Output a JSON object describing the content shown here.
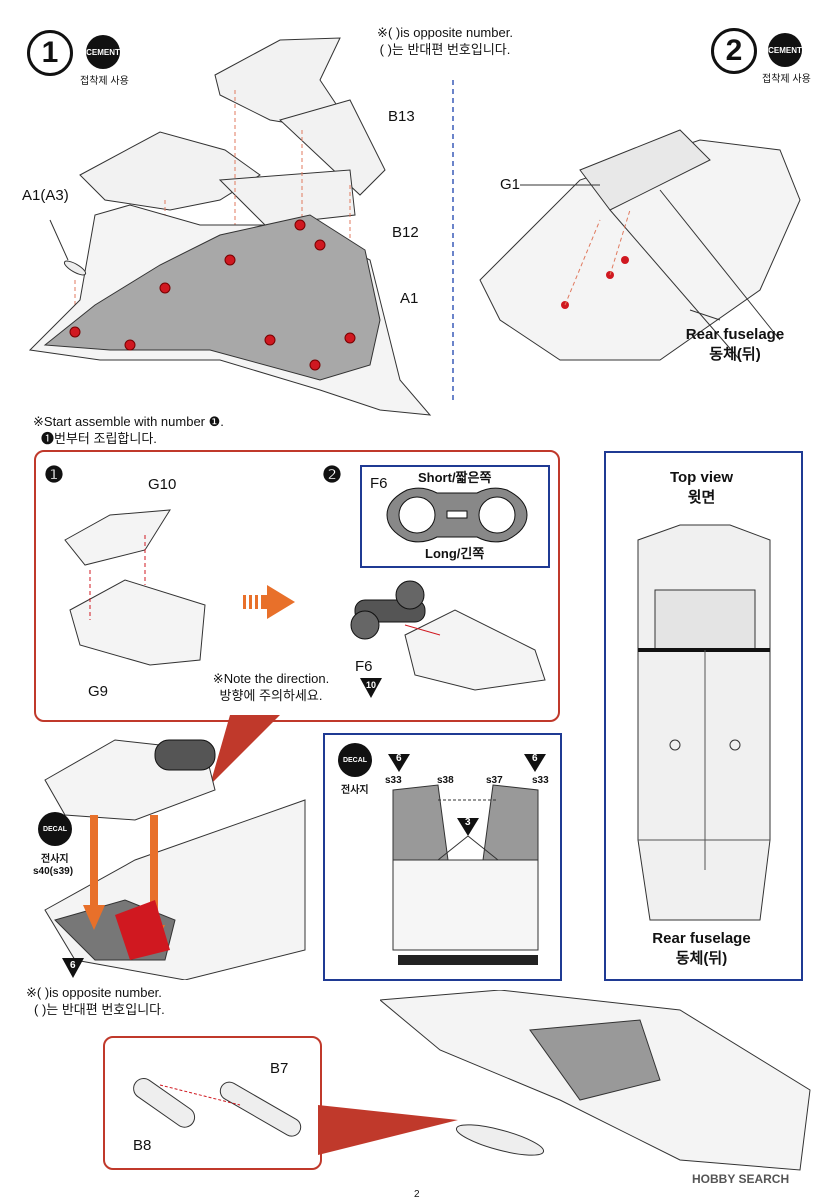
{
  "top_note": {
    "line1": "※(   )is opposite number.",
    "line2": "(   )는 반대편 번호입니다."
  },
  "step1": {
    "number": "1",
    "badge": "CEMENT",
    "badge_ko": "접착제 사용",
    "parts": {
      "b13": "B13",
      "b12": "B12",
      "a1a3": "A1(A3)",
      "a1": "A1"
    }
  },
  "step2": {
    "number": "2",
    "badge": "CEMENT",
    "badge_ko": "접착제 사용",
    "parts": {
      "g1": "G1"
    },
    "caption_en": "Rear  fuselage",
    "caption_ko": "동체(뒤)"
  },
  "start_note": {
    "line1": "※Start assemble with number ❶.",
    "line2": "❶번부터 조립합니다."
  },
  "sub1": {
    "number": "❶",
    "g10": "G10",
    "g9": "G9",
    "note1": "※Note the direction.",
    "note2": "방향에 주의하세요.",
    "f6": "F6",
    "f6_ref": "10"
  },
  "sub2": {
    "number": "❷",
    "f6": "F6",
    "short": "Short/짧은쪽",
    "long": "Long/긴쪽"
  },
  "top_view": {
    "title_en": "Top  view",
    "title_ko": "윗면",
    "caption_en": "Rear  fuselage",
    "caption_ko": "동체(뒤)"
  },
  "decal_box": {
    "badge": "DECAL",
    "badge_ko": "전사지",
    "ref6": "6",
    "ref3": "3",
    "s33": "s33",
    "s38": "s38",
    "s37": "s37"
  },
  "decal_left": {
    "badge": "DECAL",
    "badge_ko": "전사지",
    "label": "s40(s39)",
    "ref6": "6"
  },
  "bottom_note": {
    "line1": "※(   )is opposite number.",
    "line2": "(   )는 반대편 번호입니다."
  },
  "b_parts": {
    "b7": "B7",
    "b8": "B8"
  },
  "watermark": "HOBBY SEARCH",
  "page_number": "2",
  "colors": {
    "red_box": "#c0392b",
    "blue_box": "#1f3a93",
    "arrow_orange": "#e8702a",
    "part_gray": "#a8a8a8",
    "hole_red": "#d01820"
  }
}
